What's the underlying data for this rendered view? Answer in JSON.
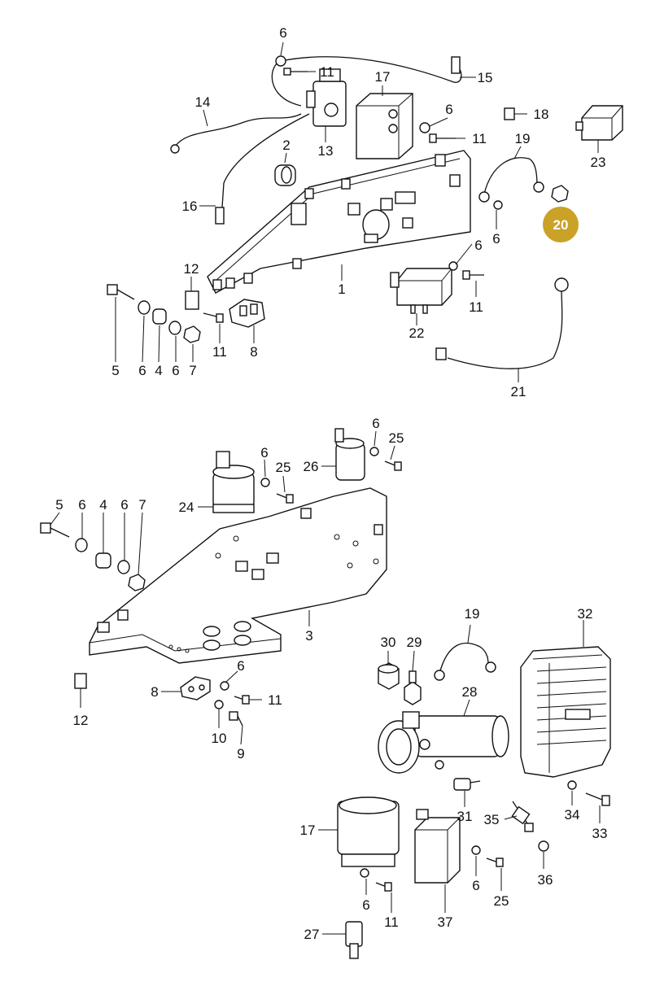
{
  "labels": {
    "t6a": "6",
    "t11a": "11",
    "t15": "15",
    "t17a": "17",
    "t14": "14",
    "t13": "13",
    "t6b": "6",
    "t11b": "11",
    "t18": "18",
    "t23": "23",
    "t19a": "19",
    "t2": "2",
    "t16": "16",
    "t6c": "6",
    "t12a": "12",
    "t1": "1",
    "t6d": "6",
    "t11c": "11",
    "t22": "22",
    "t21": "21",
    "t5a": "5",
    "t6e": "6",
    "t4a": "4",
    "t6f": "6",
    "t7a": "7",
    "t11d": "11",
    "t8a": "8",
    "t6g": "6",
    "t25a": "25",
    "t6h": "6",
    "t25b": "25",
    "t26": "26",
    "t24": "24",
    "t5b": "5",
    "t6i": "6",
    "t4b": "4",
    "t6j": "6",
    "t7b": "7",
    "t3": "3",
    "t12b": "12",
    "t8b": "8",
    "t6k": "6",
    "t11e": "11",
    "t10": "10",
    "t9": "9",
    "t19b": "19",
    "t32": "32",
    "t30": "30",
    "t29": "29",
    "t28": "28",
    "t31": "31",
    "t35": "35",
    "t34": "34",
    "t33": "33",
    "t17b": "17",
    "t6l": "6",
    "t25c": "25",
    "t36": "36",
    "t6m": "6",
    "t11f": "11",
    "t37": "37",
    "t27": "27"
  },
  "callout": {
    "label": "20",
    "color": "#c9a227"
  }
}
